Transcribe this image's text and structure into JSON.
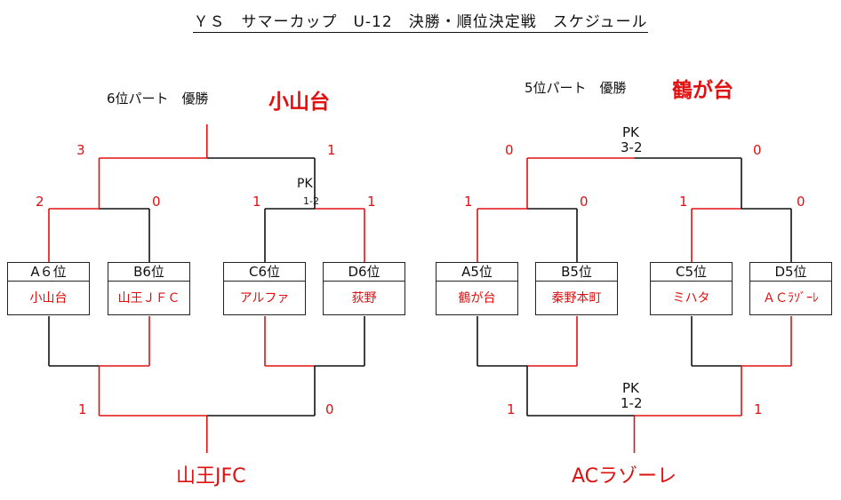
{
  "title": "ＹＳ　サマーカップ　U-12　決勝・順位決定戦　スケジュール",
  "colors": {
    "winner": "#e01010",
    "line": "#111111"
  },
  "brackets": [
    {
      "id": "6th",
      "part_label": "6位パート　優勝",
      "champion": "小山台",
      "teams": [
        {
          "seed": "A６位",
          "name": "小山台"
        },
        {
          "seed": "B6位",
          "name": "山王ＪＦＣ"
        },
        {
          "seed": "C6位",
          "name": "アルファ"
        },
        {
          "seed": "D6位",
          "name": "荻野"
        }
      ],
      "upper_semis": [
        {
          "left_score": "2",
          "right_score": "0",
          "winner": "left"
        },
        {
          "left_score": "1",
          "right_score": "1",
          "winner": "right",
          "pk_label": "PK",
          "pk_score": "1-2"
        }
      ],
      "upper_final": {
        "left_score": "3",
        "right_score": "1",
        "winner": "left"
      },
      "lower_semis": [
        {
          "winner": "right"
        },
        {
          "winner": "left"
        }
      ],
      "lower_final": {
        "left_score": "1",
        "right_score": "0",
        "winner": "left",
        "result": "山王JFC"
      }
    },
    {
      "id": "5th",
      "part_label": "5位パート　優勝",
      "champion": "鶴が台",
      "teams": [
        {
          "seed": "A5位",
          "name": "鶴が台"
        },
        {
          "seed": "B5位",
          "name": "秦野本町"
        },
        {
          "seed": "C5位",
          "name": "ミハタ"
        },
        {
          "seed": "D5位",
          "name": "ＡＣﾗｿﾞｰﾚ"
        }
      ],
      "upper_semis": [
        {
          "left_score": "1",
          "right_score": "0",
          "winner": "left"
        },
        {
          "left_score": "1",
          "right_score": "0",
          "winner": "left"
        }
      ],
      "upper_final": {
        "left_score": "0",
        "right_score": "0",
        "winner": "left",
        "pk_label": "PK",
        "pk_score": "3-2"
      },
      "lower_semis": [
        {
          "winner": "right"
        },
        {
          "winner": "right"
        }
      ],
      "lower_final": {
        "left_score": "1",
        "right_score": "1",
        "winner": "right",
        "pk_label": "PK",
        "pk_score": "1-2",
        "result": "ACラゾーレ"
      }
    }
  ]
}
